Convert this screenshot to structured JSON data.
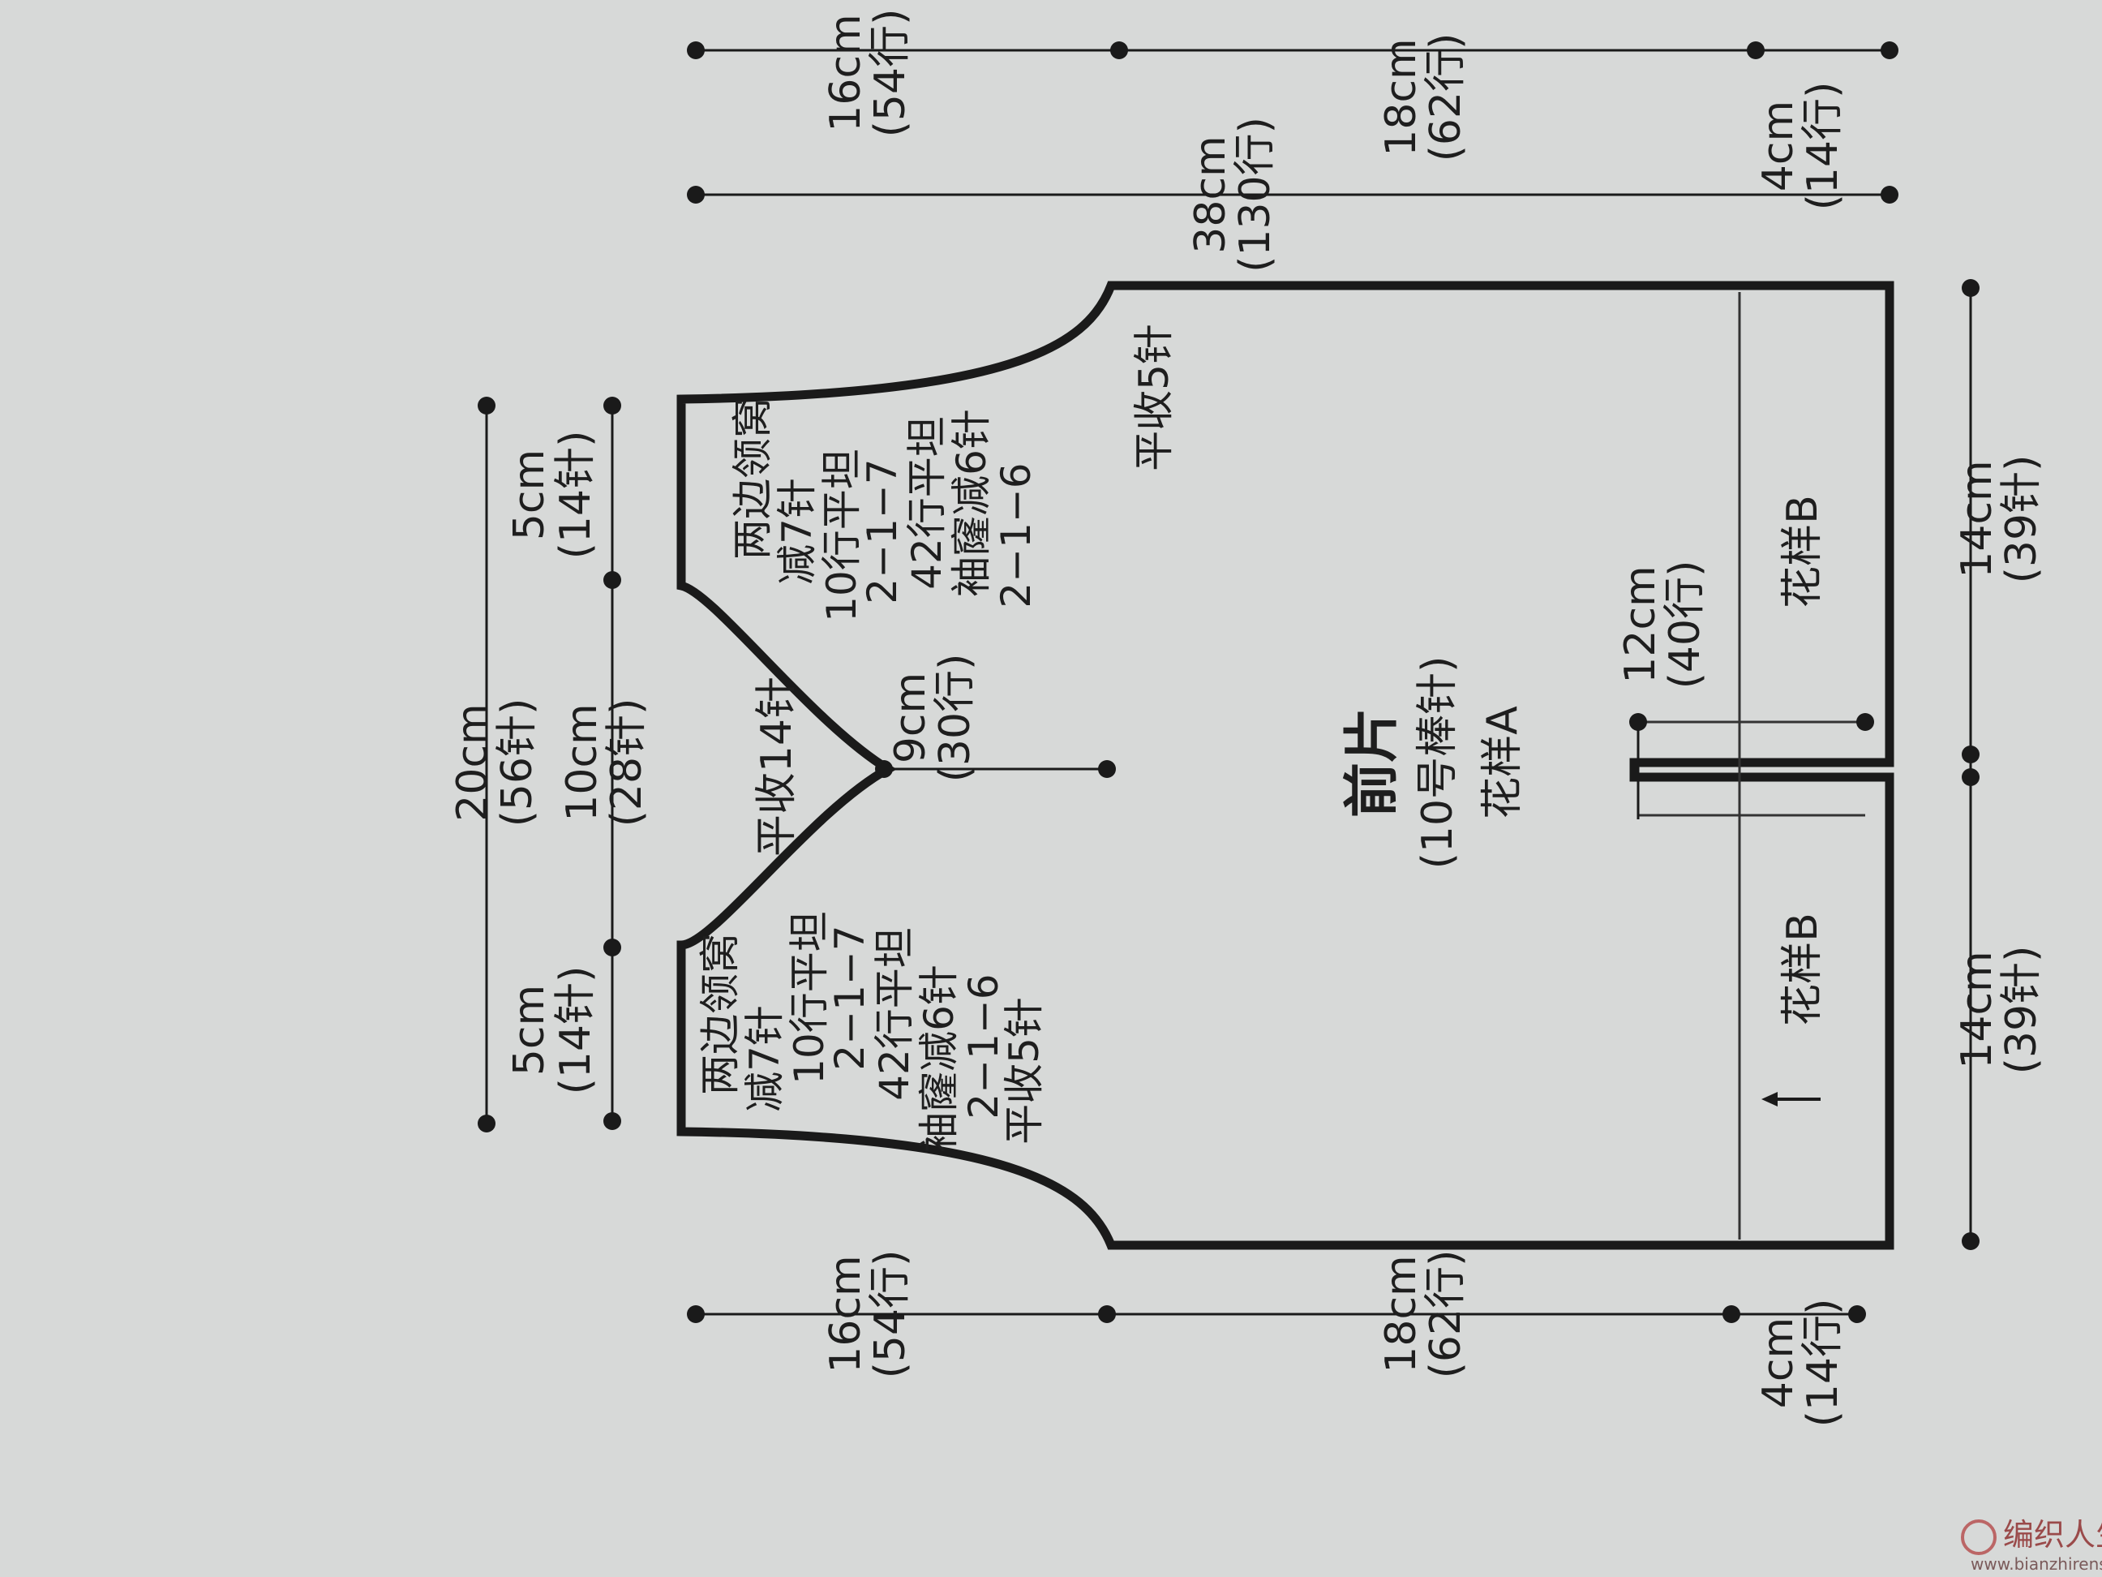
{
  "diagram": {
    "title": "前片",
    "needle": "(10号棒针)",
    "main_pattern": "花样A",
    "edge_pattern_b": "花样B",
    "dims": {
      "width_total": "20cm",
      "width_total_st": "(56针)",
      "width_neck": "10cm",
      "width_neck_st": "(28针)",
      "shoulder": "5cm",
      "shoulder_st": "(14针)",
      "bottom_half": "14cm",
      "bottom_half_st": "(39针)",
      "h_total": "38cm",
      "h_total_rows": "(130行)",
      "h_armhole": "16cm",
      "h_armhole_rows": "(54行)",
      "h_body": "18cm",
      "h_body_rows": "(62行)",
      "h_rib": "4cm",
      "h_rib_rows": "(14行)",
      "neck_depth": "9cm",
      "neck_depth_rows": "(30行)",
      "slit": "12cm",
      "slit_rows": "(40行)"
    },
    "instructions": {
      "neck_center": "平收14针",
      "neck_side_1": "两边领窝",
      "neck_side_2": "减7针",
      "neck_side_3": "10行平坦",
      "neck_side_4": "2−1−7",
      "armhole_1": "42行平坦",
      "armhole_2": "袖窿减6针",
      "armhole_3": "2−1−6",
      "armhole_4": "平收5针"
    }
  },
  "watermark": {
    "text": "编织人生",
    "url": "www.bianzhirensheng.com"
  }
}
